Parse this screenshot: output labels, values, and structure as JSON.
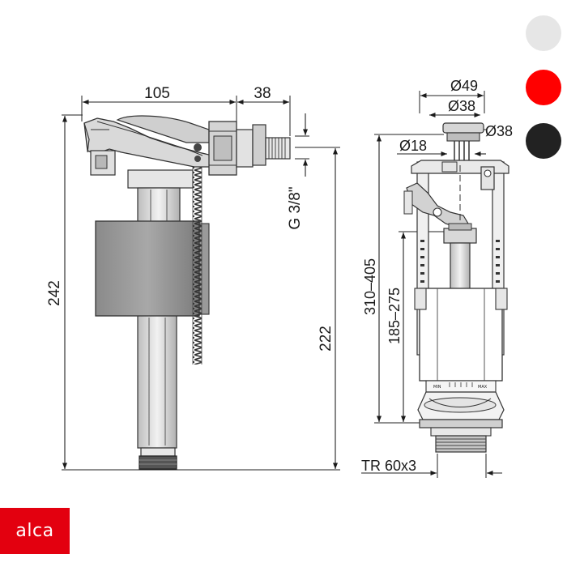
{
  "brand": {
    "logo_text": "alca",
    "color": "#E3000F"
  },
  "color_options": [
    {
      "name": "white",
      "hex": "#E6E6E6"
    },
    {
      "name": "red",
      "hex": "#FF0000"
    },
    {
      "name": "black",
      "hex": "#222222"
    }
  ],
  "fill_valve": {
    "dims": {
      "width_main": "105",
      "width_thread": "38",
      "thread": "G 3/8\"",
      "height_total": "242",
      "height_inlet": "222"
    }
  },
  "flush_valve": {
    "dims": {
      "button_outer": "Ø49",
      "button_inner": "Ø38",
      "button_right": "Ø38",
      "stem": "Ø18",
      "height_range": "310–405",
      "overflow_range": "185–275",
      "thread": "TR 60x3"
    },
    "scale_labels": {
      "min": "MIN",
      "max": "MAX"
    }
  }
}
